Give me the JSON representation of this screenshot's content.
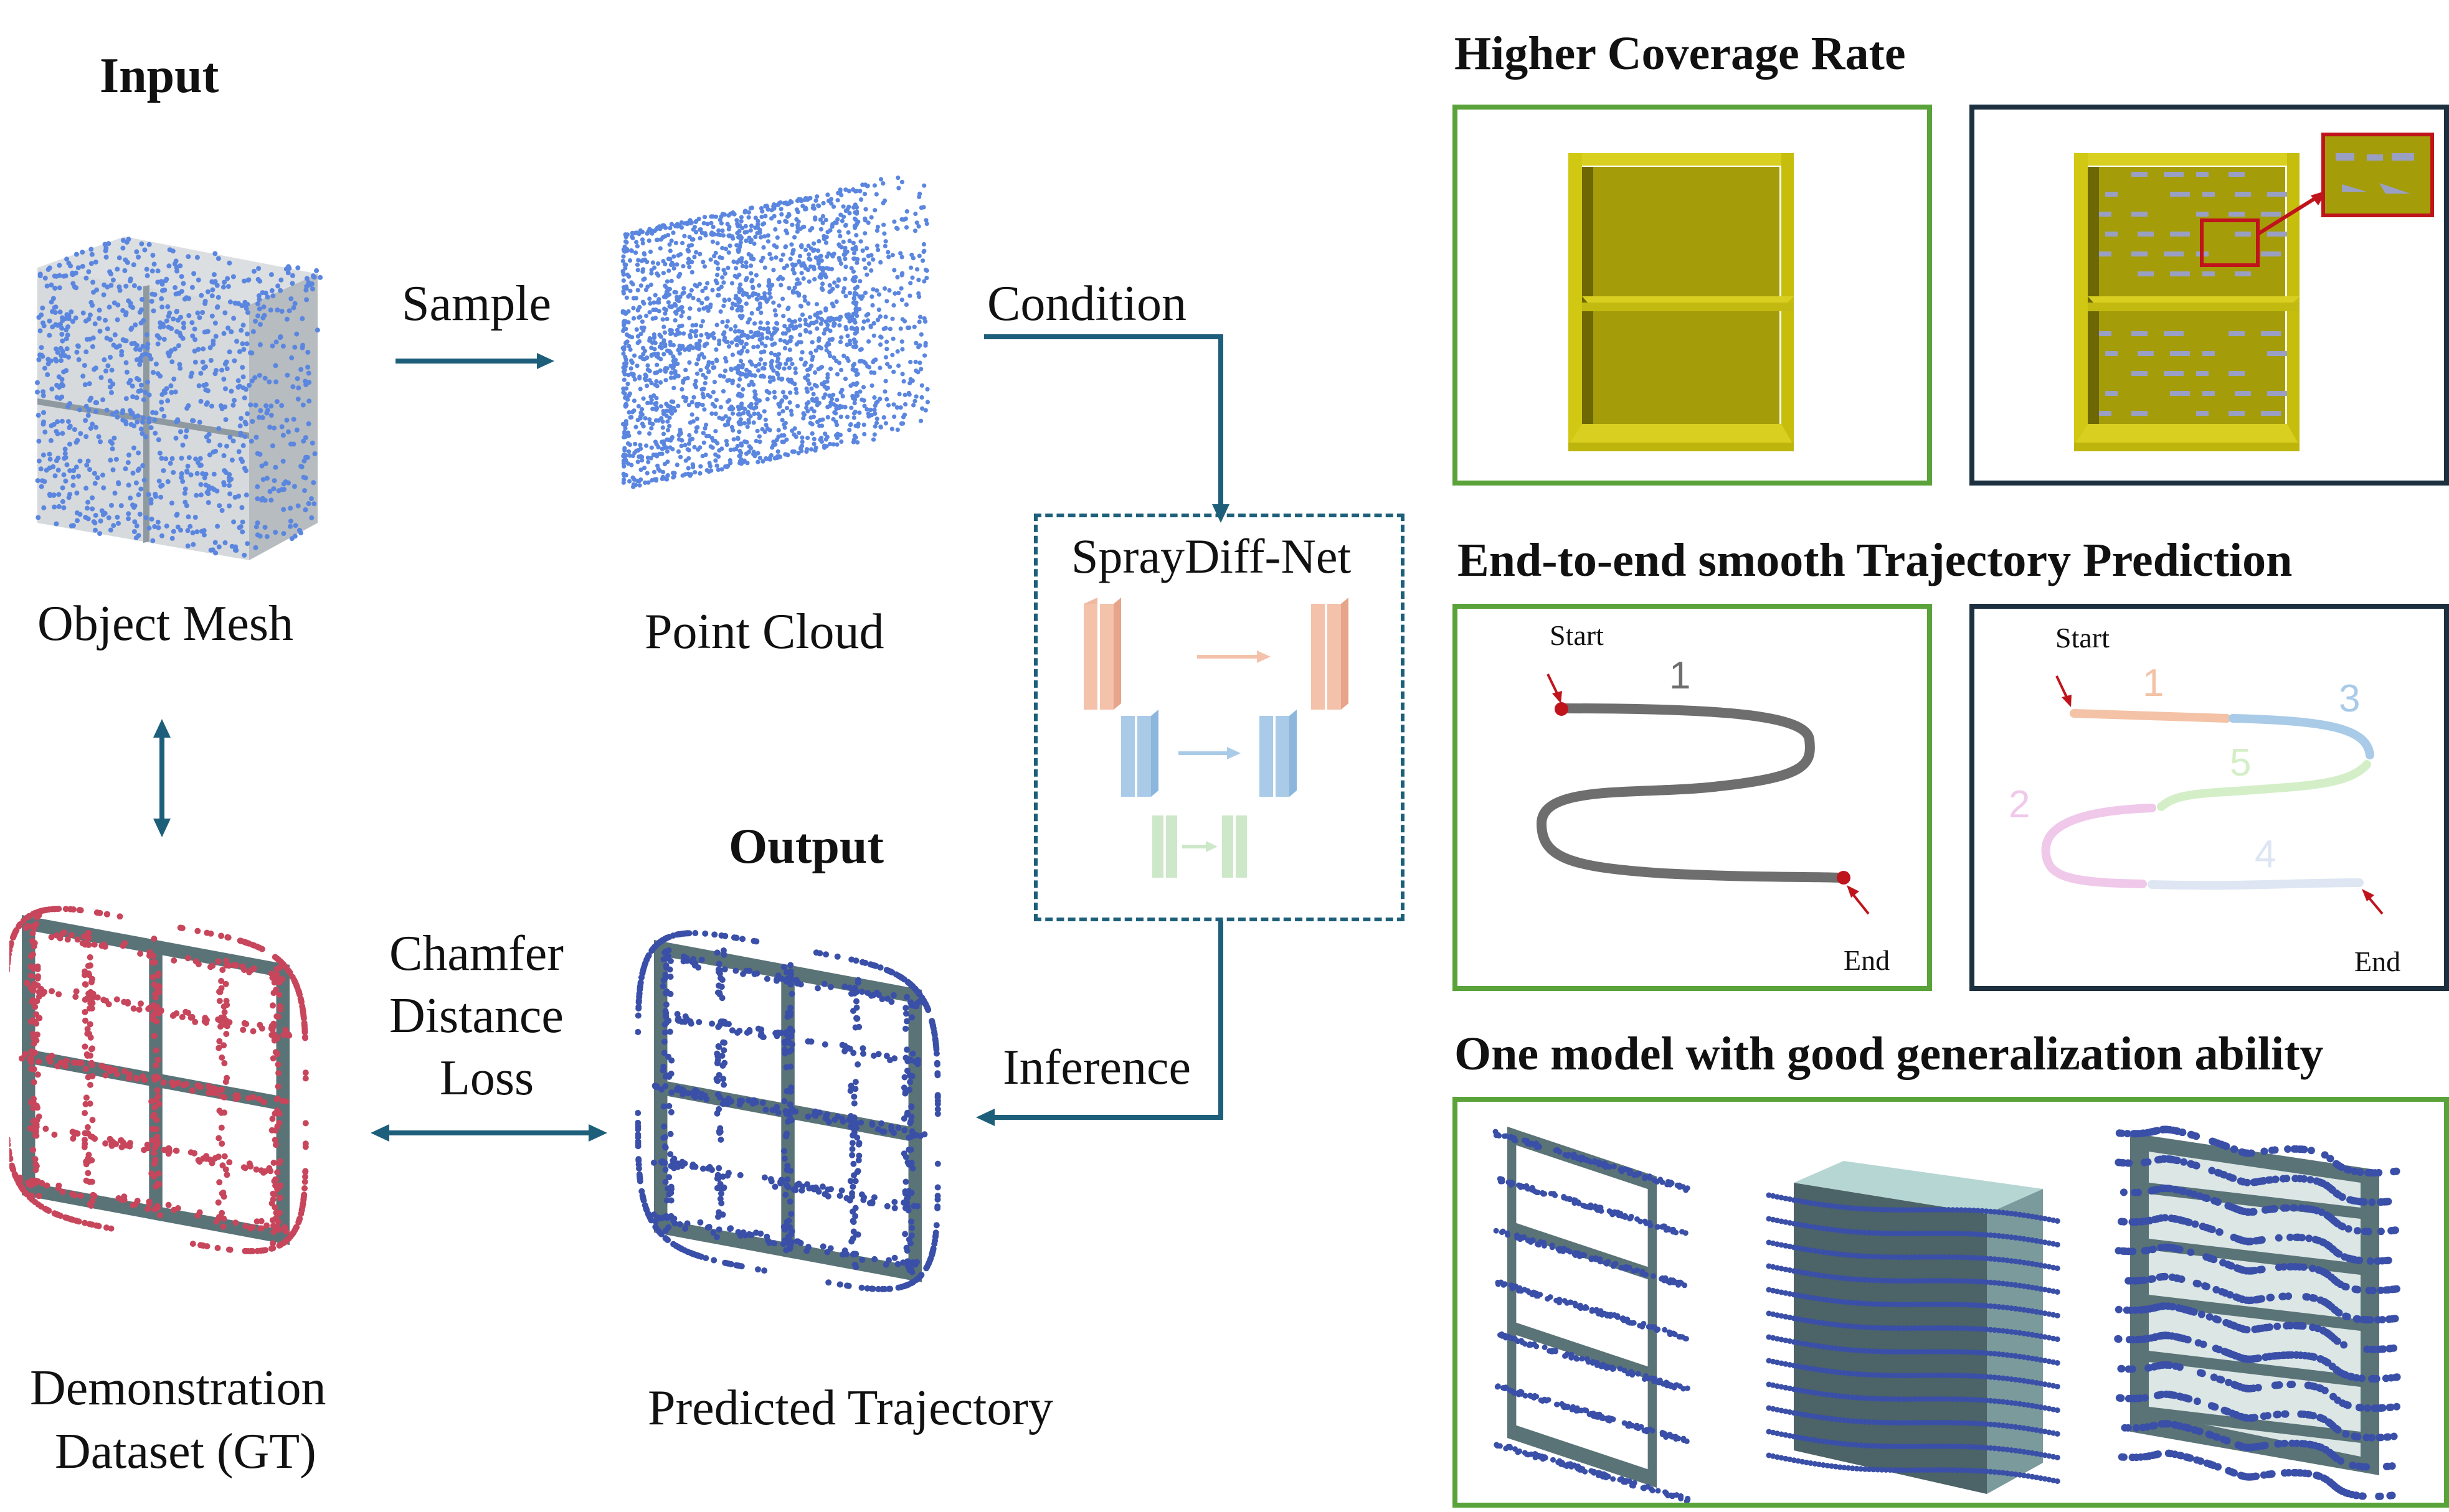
{
  "left": {
    "input_title": "Input",
    "object_mesh_label": "Object Mesh",
    "sample_label": "Sample",
    "point_cloud_label": "Point Cloud",
    "condition_label": "Condition",
    "net_title": "SprayDiff-Net",
    "output_title": "Output",
    "chamfer_line1": "Chamfer",
    "chamfer_line2": "Distance",
    "chamfer_line3": "Loss",
    "inference_label": "Inference",
    "demo_line1": "Demonstration",
    "demo_line2": "Dataset (GT)",
    "predicted_label": "Predicted Trajectory"
  },
  "right": {
    "coverage_title": "Higher Coverage Rate",
    "trajectory_title": "End-to-end smooth Trajectory Prediction",
    "generalization_title": "One model with good generalization ability",
    "start_label": "Start",
    "end_label": "End",
    "single_segment_label": "1",
    "segment_labels": [
      "1",
      "2",
      "3",
      "4",
      "5"
    ]
  },
  "colors": {
    "arrow": "#1d5f7a",
    "points_blue": "#5b86e0",
    "points_red": "#c8465c",
    "frame": "#5a7377",
    "green_border": "#5aa33a",
    "dark_border": "#1d3040",
    "shelf_yellow": "#b5ad0a"
  }
}
